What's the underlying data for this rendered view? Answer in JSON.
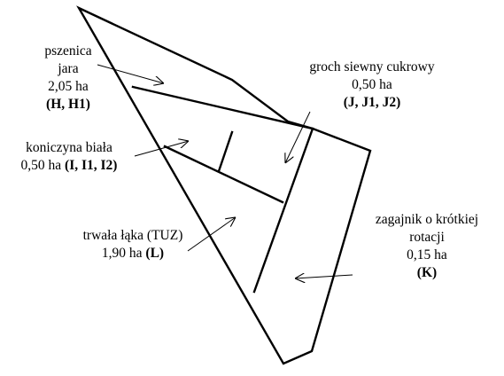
{
  "labels": {
    "pszenica": {
      "line1": "pszenica",
      "line2": "jara",
      "area": "2,05 ha",
      "codes": "(H, H1)"
    },
    "groch": {
      "line1": "groch siewny cukrowy",
      "area": "0,50 ha",
      "codes": "(J, J1, J2)"
    },
    "koniczyna": {
      "line1": "koniczyna biała",
      "area": "0,50 ha",
      "codes": "(I, I1, I2)"
    },
    "laka": {
      "line1": "trwała łąka (TUZ)",
      "area": "1,90 ha",
      "codes": "(L)"
    },
    "zagajnik": {
      "line1": "zagajnik o krótkiej",
      "line2": "rotacji",
      "area": "0,15 ha",
      "codes": "(K)"
    }
  },
  "colors": {
    "line": "#000000",
    "background": "#ffffff"
  }
}
